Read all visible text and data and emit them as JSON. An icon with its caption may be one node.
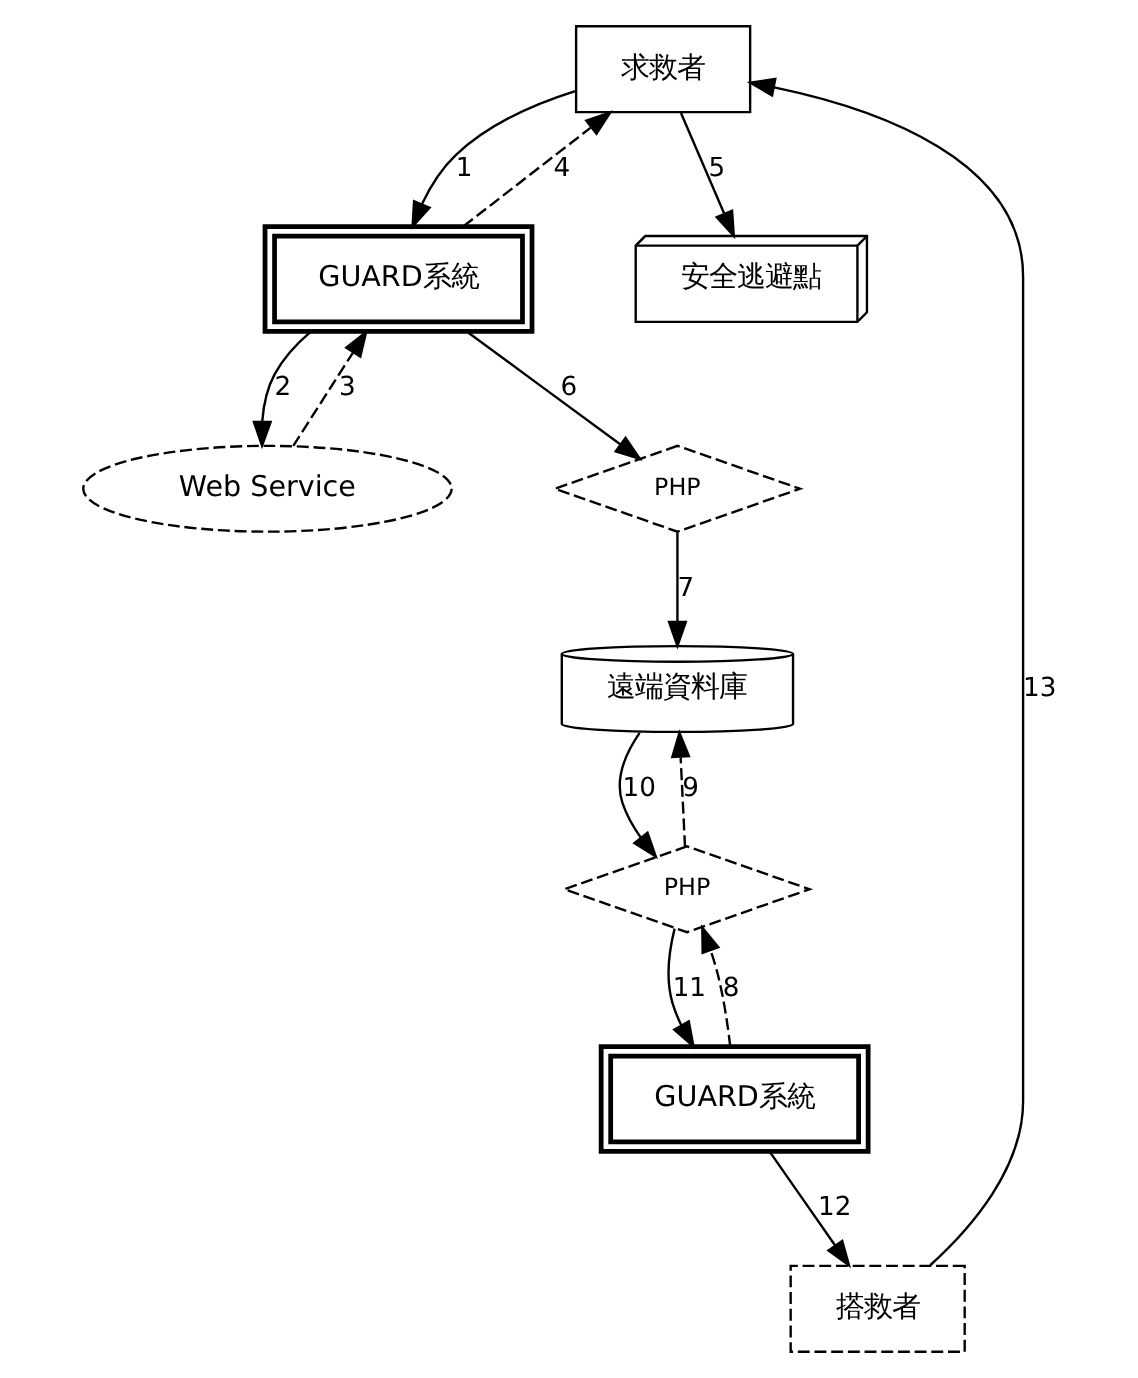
{
  "diagram": {
    "nodes": [
      {
        "text": [
          "求救者"
        ]
      },
      {
        "text": [
          "GUARD系統"
        ]
      },
      {
        "text": [
          "Web Service"
        ]
      },
      {
        "text": [
          "PHP"
        ]
      },
      {
        "text": [
          "遠端資料庫"
        ]
      },
      {
        "text": [
          "PHP"
        ]
      },
      {
        "text": [
          "GUARD系統"
        ]
      },
      {
        "text": [
          "搭救者"
        ]
      },
      {
        "text": [
          "安全逃避點"
        ]
      }
    ],
    "edges": [
      {
        "from": 0,
        "to": 1,
        "arrow": "to",
        "label": "1"
      },
      {
        "from": 1,
        "to": 2,
        "arrow": "to",
        "label": "2"
      },
      {
        "from": 2,
        "to": 1,
        "arrow": "to",
        "label": "3",
        "style": "dashed"
      },
      {
        "from": 1,
        "to": 0,
        "arrow": "to",
        "label": "4",
        "style": "dashed"
      },
      {
        "from": 0,
        "to": 8,
        "arrow": "to",
        "label": "5"
      },
      {
        "from": 1,
        "to": 3,
        "arrow": "to",
        "label": "6"
      },
      {
        "from": 3,
        "to": 4,
        "arrow": "to",
        "label": "7"
      },
      {
        "from": 6,
        "to": 5,
        "arrow": "to",
        "label": "8",
        "style": "dashed"
      },
      {
        "from": 5,
        "to": 4,
        "arrow": "to",
        "label": "9",
        "style": "dashed"
      },
      {
        "from": 4,
        "to": 5,
        "arrow": "to",
        "label": "10"
      },
      {
        "from": 5,
        "to": 6,
        "arrow": "to",
        "label": "11"
      },
      {
        "from": 6,
        "to": 7,
        "arrow": "to",
        "label": "12"
      },
      {
        "from": 7,
        "to": 0,
        "arrow": "to",
        "label": "13"
      }
    ]
  }
}
